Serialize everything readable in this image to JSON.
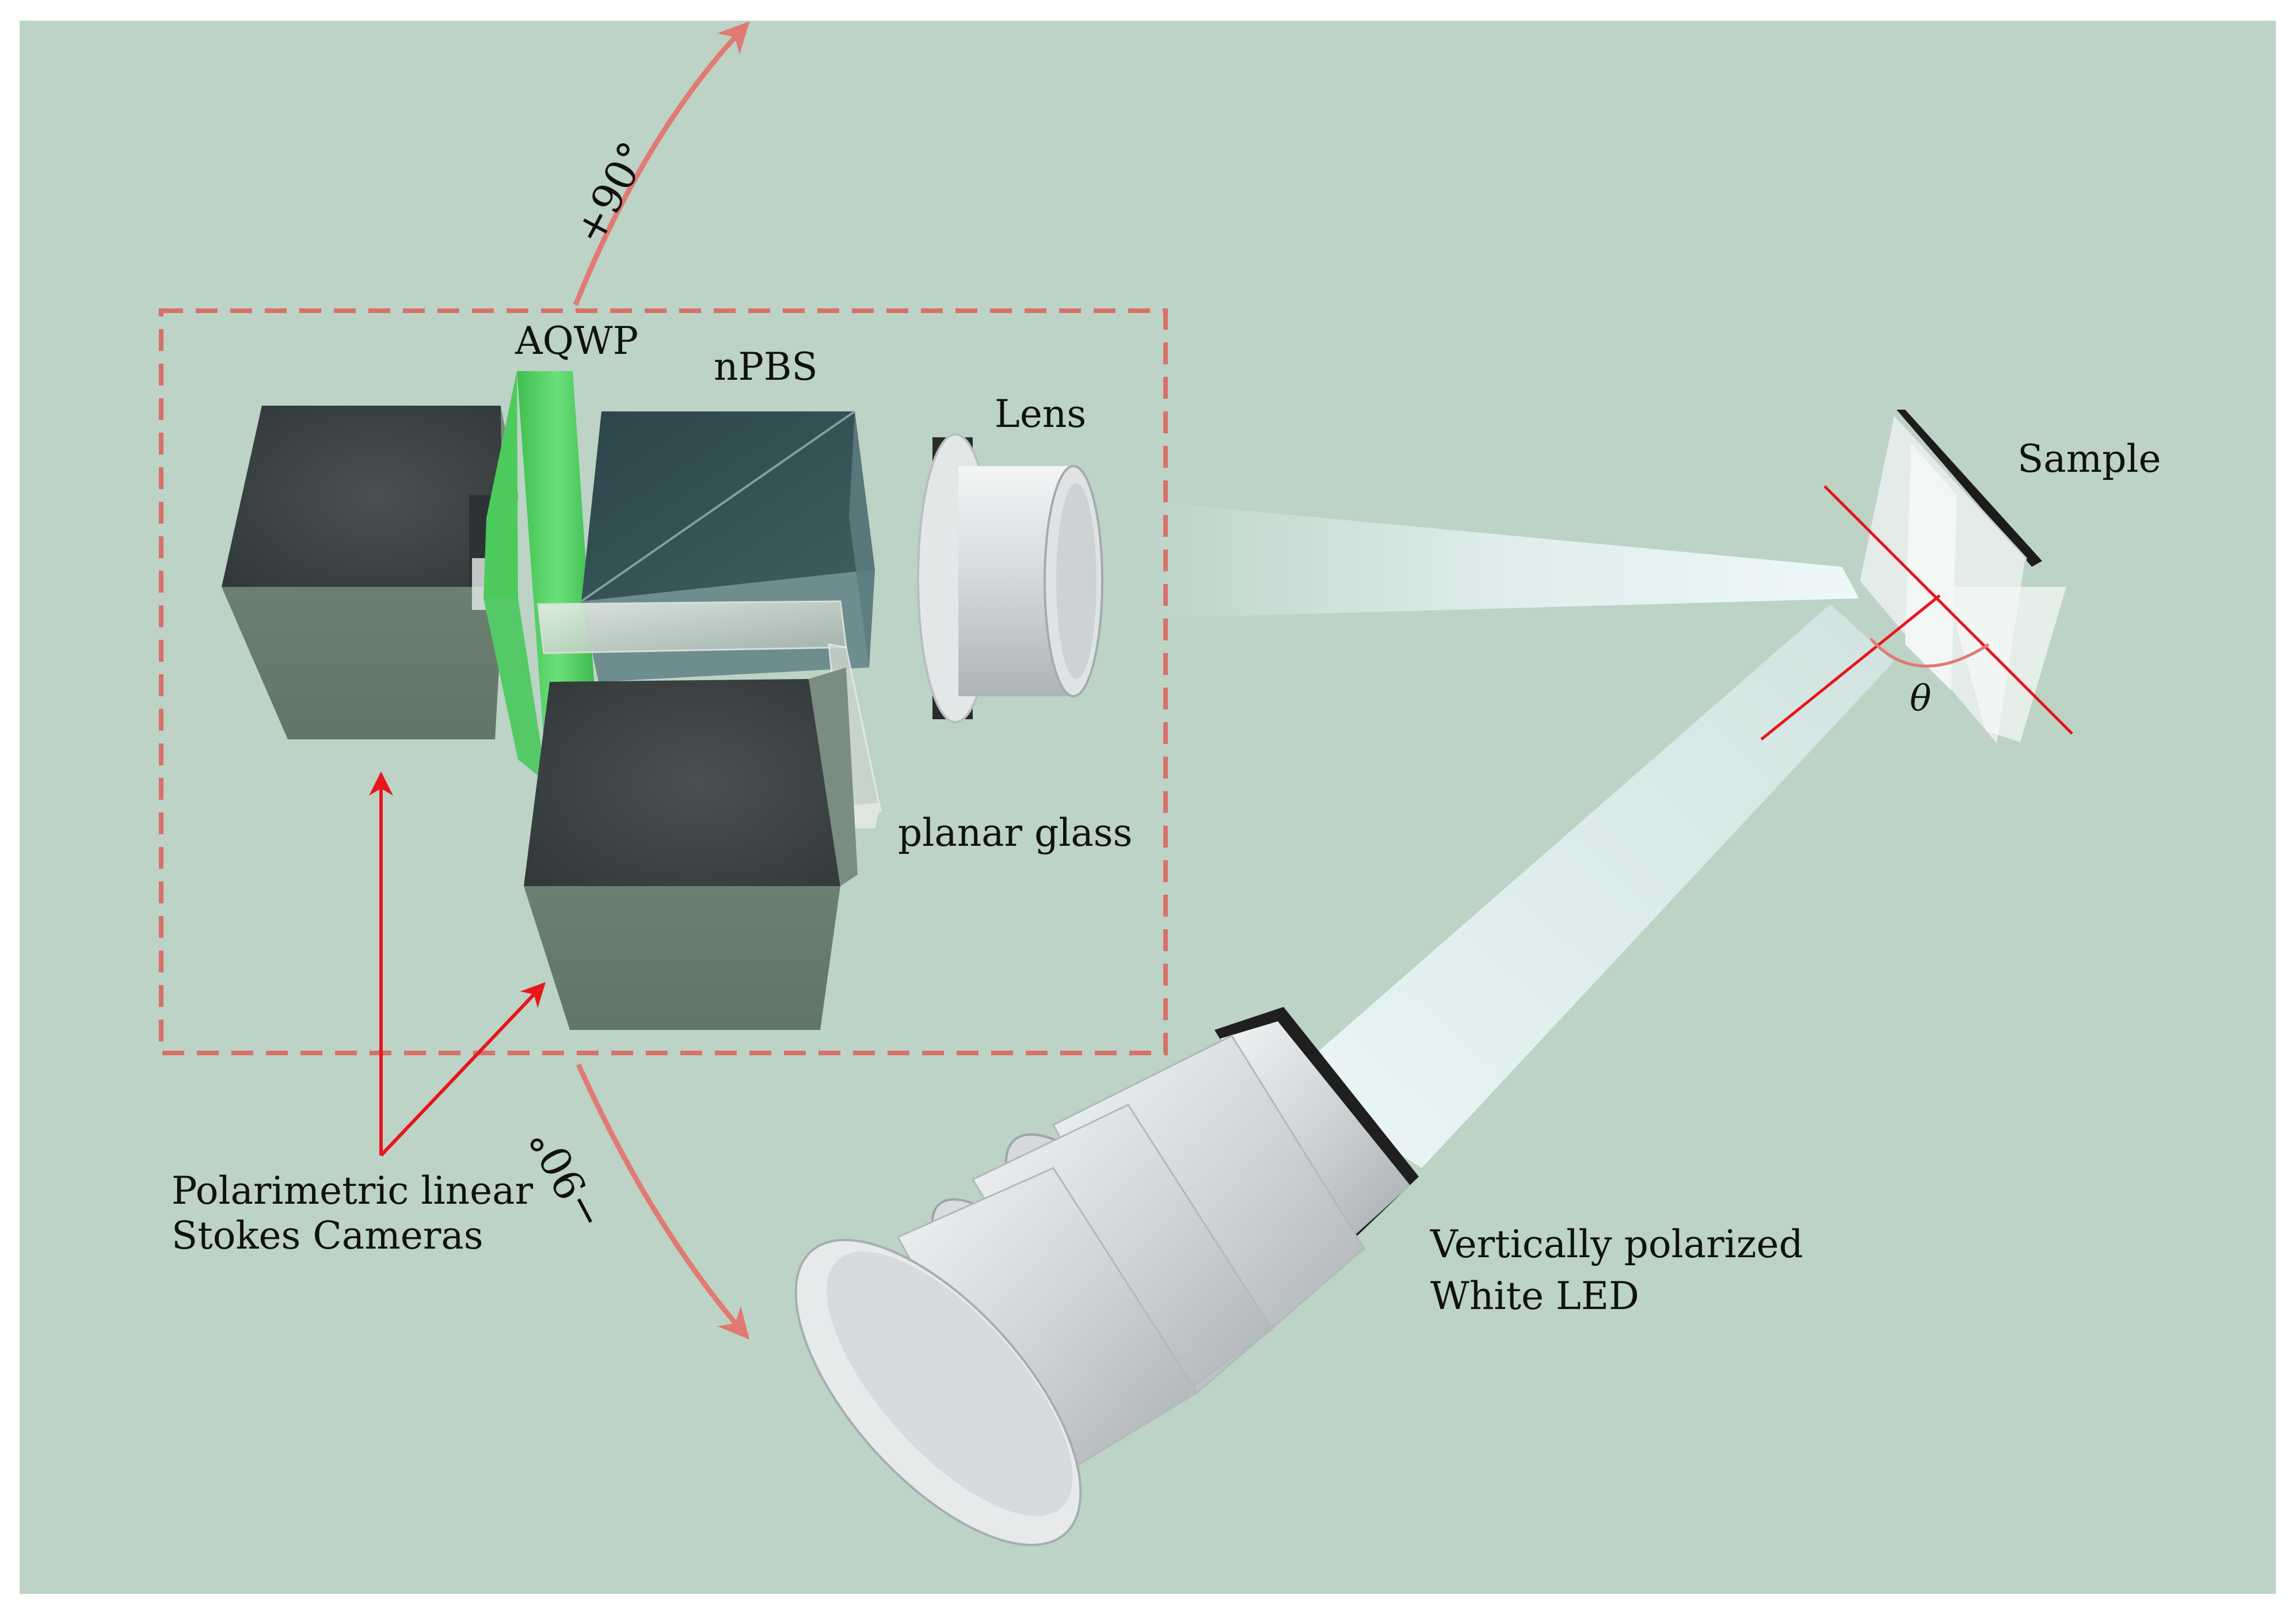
{
  "labels": {
    "aqwp": "AQWP",
    "npbs": "nPBS",
    "lens": "Lens",
    "sample": "Sample",
    "theta": "θ",
    "planar_glass": "planar glass",
    "plus_90": "+90°",
    "minus_90": "−90°",
    "cameras_line1": "Polarimetric linear",
    "cameras_line2": "Stokes Cameras",
    "led_line1": "Vertically polarized",
    "led_line2": "White LED"
  },
  "colors": {
    "background": "#bcd3c6",
    "rotation_arrow": "#e07a72",
    "dashed_box": "#d9706a",
    "pointer_arrow": "#e8151b",
    "aqwp_green": "#4ccb5c",
    "camera_body": "#6a7d70",
    "camera_top": "#3b4042",
    "npbs_cube": "#2f4a4e",
    "lens_silver": "#d8dcde",
    "light_beam": "#e6f4f6"
  },
  "icons": {
    "camera_top": "camera-icon",
    "camera_bottom": "camera-icon",
    "led": "led-light-source-icon",
    "lens": "lens-icon",
    "sample": "sample-slide-icon"
  }
}
